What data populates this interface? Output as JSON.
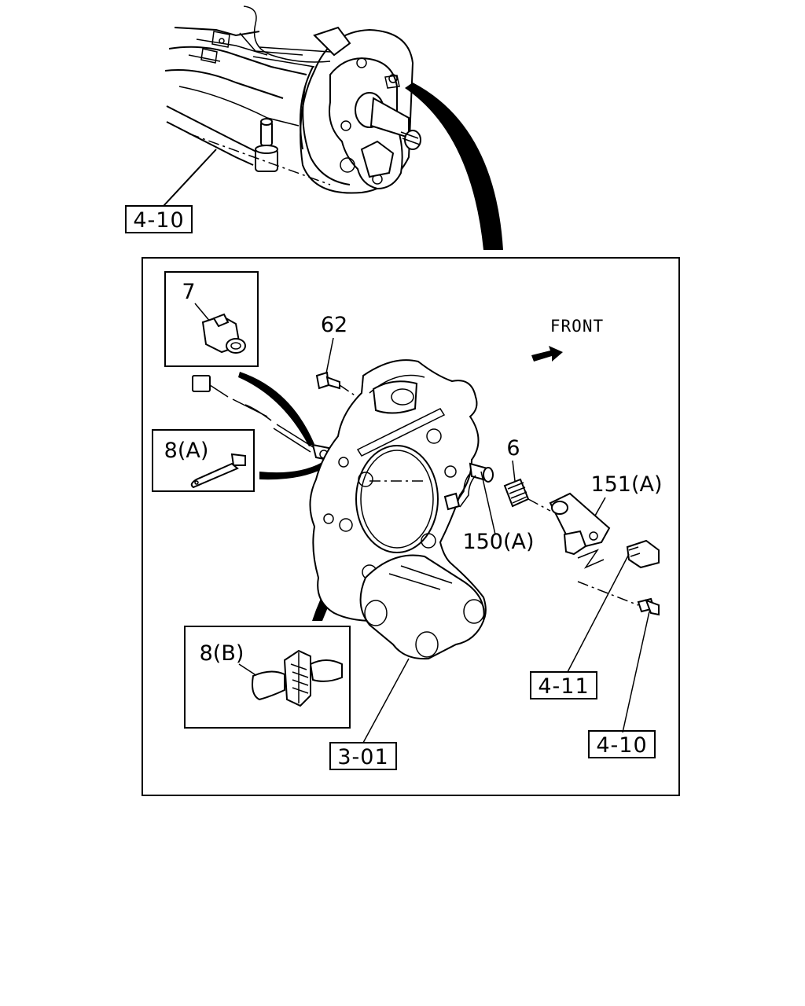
{
  "labels": {
    "ref_top": "4-10",
    "part_7": "7",
    "part_62": "62",
    "front": "FRONT",
    "part_8a": "8(A)",
    "part_6": "6",
    "part_151a": "151(A)",
    "part_150a": "150(A)",
    "part_8b": "8(B)",
    "ref_4_11": "4-11",
    "ref_3_01": "3-01",
    "ref_4_10_bottom": "4-10"
  }
}
